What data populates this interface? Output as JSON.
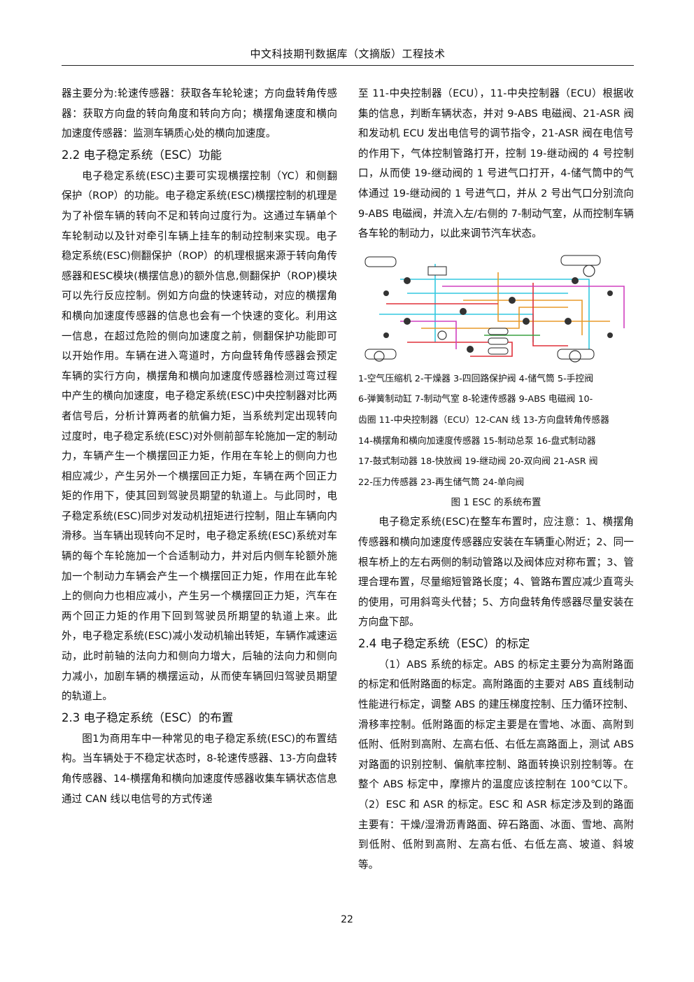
{
  "header": {
    "journal": "中文科技期刊数据库（文摘版）工程技术"
  },
  "left": {
    "p1": "器主要分为:轮速传感器：获取各车轮轮速；方向盘转角传感器：获取方向盘的转向角度和转向方向；横摆角速度和横向加速度传感器：监测车辆质心处的横向加速度。",
    "h22": "2.2  电子稳定系统（ESC）功能",
    "p2": "电子稳定系统(ESC)主要可实现横摆控制（YC）和侧翻保护（ROP）的功能。电子稳定系统(ESC)横摆控制的机理是为了补偿车辆的转向不足和转向过度行为。这通过车辆单个车轮制动以及针对牵引车辆上挂车的制动控制来实现。电子稳定系统(ESC)侧翻保护（ROP）的机理根据来源于转向角传感器和ESC模块(横摆信息)的额外信息,侧翻保护（ROP)模块可以先行反应控制。例如方向盘的快速转动，对应的横摆角和横向加速度传感器的信息也会有一个快速的变化。利用这一信息，在超过危险的侧向加速度之前，侧翻保护功能即可以开始作用。车辆在进入弯道时，方向盘转角传感器会预定车辆的实行方向，横摆角和横向加速度传感器检测过弯过程中产生的横向加速度，电子稳定系统(ESC)中央控制器对比两者信号后，分析计算两者的航偏力矩，当系统判定出现转向过度时，电子稳定系统(ESC)对外侧前部车轮施加一定的制动力，车辆产生一个横摆回正力矩，作用在车轮上的侧向力也相应减少，产生另外一个横摆回正力矩，车辆在两个回正力矩的作用下，使其回到驾驶员期望的轨道上。与此同时，电子稳定系统(ESC)同步对发动机扭矩进行控制，阻止车辆向内滑移。当车辆出现转向不足时，电子稳定系统(ESC)系统对车辆的每个车轮施加一个合适制动力，并对后内侧车轮额外施加一个制动力车辆会产生一个横摆回正力矩，作用在此车轮上的侧向力也相应减小，产生另一个横摆回正力矩，汽车在两个回正力矩的作用下回到驾驶员所期望的轨道上来。此外，电子稳定系统(ESC)减小发动机输出转矩，车辆作减速运动，此时前轴的法向力和侧向力增大，后轴的法向力和侧向力减小，加剧车辆的横摆运动，从而使车辆回归驾驶员期望的轨道上。",
    "h23": "2.3  电子稳定系统（ESC）的布置",
    "p3": "图1为商用车中一种常见的电子稳定系统(ESC)的布置结构。当车辆处于不稳定状态时，8-轮速传感器、13-方向盘转角传感器、14-横摆角和横向加速度传感器收集车辆状态信息通过 CAN 线以电信号的方式传递"
  },
  "right": {
    "p1": "至 11-中央控制器（ECU），11-中央控制器（ECU）根据收集的信息，判断车辆状态，并对 9-ABS 电磁阀、21-ASR 阀和发动机 ECU 发出电信号的调节指令，21-ASR 阀在电信号的作用下，气体控制管路打开，控制 19-继动阀的 4 号控制口，从而使 19-继动阀的 1 号进气口打开，4-储气筒中的气体通过 19-继动阀的 1 号进气口，并从 2 号出气口分别流向 9-ABS 电磁阀，并流入左/右侧的 7-制动气室，从而控制车辆各车轮的制动力，以此来调节汽车状态。",
    "legend": [
      "1-空气压缩机 2-干燥器 3-四回路保护阀 4-储气筒 5-手控阀",
      "6-弹簧制动缸 7-制动气室 8-轮速传感器 9-ABS 电磁阀 10-",
      "齿圈 11-中央控制器（ECU）12-CAN 线 13-方向盘转角传感器",
      "14-横摆角和横向加速度传感器 15-制动总泵 16-盘式制动器",
      "17-鼓式制动器 18-快放阀 19-继动阀 20-双向阀 21-ASR 阀",
      "22-压力传感器 23-再生储气筒 24-单向阀"
    ],
    "caption": "图 1   ESC 的系统布置",
    "p2": "电子稳定系统(ESC)在整车布置时，应注意：1、横摆角传感器和横向加速度传感器应安装在车辆重心附近；2、同一根车桥上的左右两侧的制动管路以及阀体应对称布置；3、管理合理布置，尽量缩短管路长度；4、管路布置应减少直弯头的使用，可用斜弯头代替；5、方向盘转角传感器尽量安装在方向盘下部。",
    "h24": "2.4  电子稳定系统（ESC）的标定",
    "p3": "（1）ABS 系统的标定。ABS 的标定主要分为高附路面的标定和低附路面的标定。高附路面的主要对 ABS 直线制动性能进行标定，调整 ABS 的建压梯度控制、压力循环控制、滑移率控制。低附路面的标定主要是在雪地、冰面、高附到低附、低附到高附、左高右低、右低左高路面上，测试 ABS 对路面的识别控制、偏航率控制、路面转换识别控制等。在整个 ABS 标定中，摩擦片的温度应该控制在 100℃以下。（2）ESC 和 ASR 的标定。ESC 和 ASR 标定涉及到的路面主要有：干燥/湿滑沥青路面、碎石路面、冰面、雪地、高附到低附、低附到高附、左高右低、右低左高、坡道、斜坡等。"
  },
  "footer": {
    "page": "22"
  },
  "colors": {
    "cyan": "#33c8e0",
    "red": "#e0303a",
    "orange": "#e89a2a",
    "magenta": "#d040c0",
    "green": "#3aa040"
  }
}
